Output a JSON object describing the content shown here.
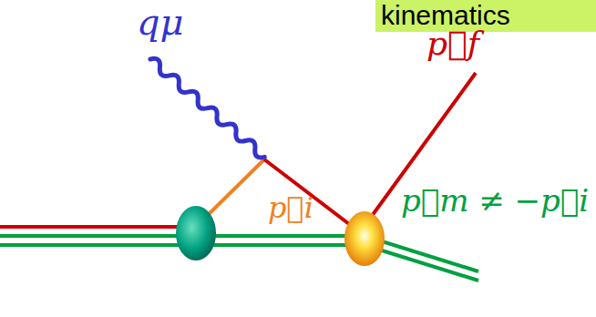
{
  "diagram": {
    "labels": [
      "kinematics",
      "qμ",
      "p⃗f",
      "p⃗i",
      "p⃗m ≠ −p⃗i"
    ]
  }
}
